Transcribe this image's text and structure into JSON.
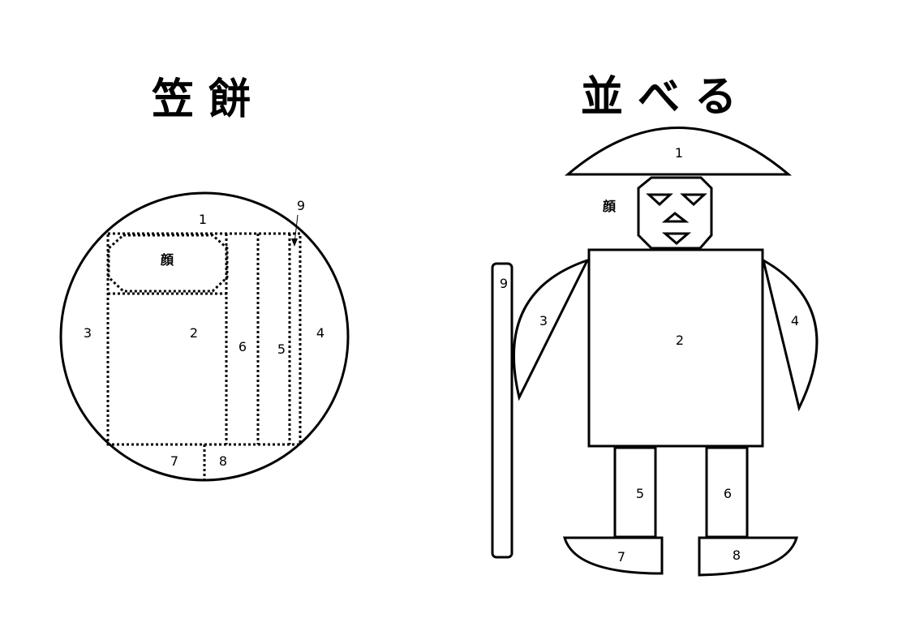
{
  "left_panel": {
    "title": "笠 餅",
    "face_label": "顔",
    "piece_labels": [
      "1",
      "2",
      "3",
      "4",
      "5",
      "6",
      "7",
      "8",
      "9"
    ]
  },
  "right_panel": {
    "title": "並 べ る",
    "face_label": "顔",
    "piece_labels": [
      "1",
      "2",
      "3",
      "4",
      "5",
      "6",
      "7",
      "8",
      "9"
    ]
  }
}
